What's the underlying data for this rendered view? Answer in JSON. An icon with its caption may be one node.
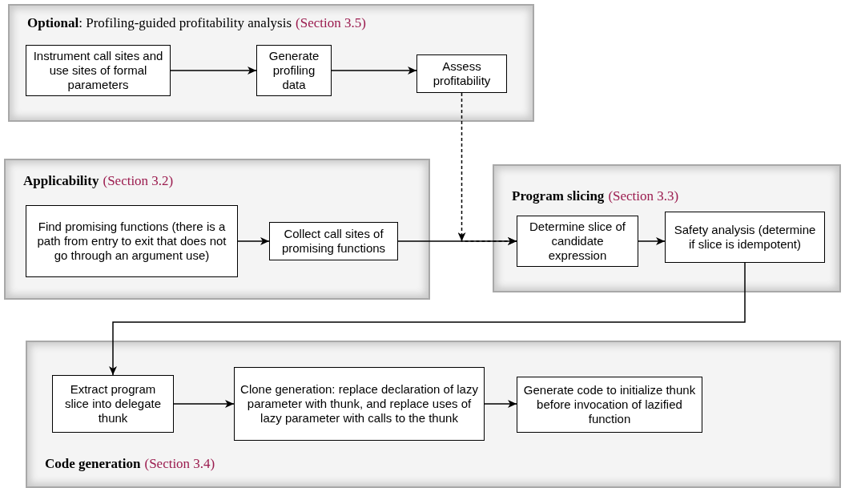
{
  "diagram": {
    "nodes": [
      {
        "text": [
          "**Optional**: Profiling-guided profitability analysis",
          "(Section 3.5)"
        ]
      },
      {
        "text": [
          "Instrument call sites and use sites of formal parameters"
        ],
        "in": 0
      },
      {
        "text": [
          "Generate profiling data"
        ],
        "in": 0
      },
      {
        "text": [
          "Assess profitability"
        ],
        "in": 0
      },
      {
        "text": [
          "**Applicability**",
          "(Section 3.2)"
        ]
      },
      {
        "text": [
          "Find promising functions (there is a path from entry to exit that does not go through an argument use)"
        ],
        "in": 4
      },
      {
        "text": [
          "Collect call sites of promising functions"
        ],
        "in": 4
      },
      {
        "text": [
          "**Program slicing**",
          "(Section 3.3)"
        ]
      },
      {
        "text": [
          "Determine slice of candidate expression"
        ],
        "in": 7
      },
      {
        "text": [
          "Safety analysis (determine if slice is idempotent)"
        ],
        "in": 7
      },
      {
        "text": [
          "**Code generation**",
          "(Section 3.4)"
        ]
      },
      {
        "text": [
          "Extract program slice into delegate thunk"
        ],
        "in": 10
      },
      {
        "text": [
          "Clone generation: replace declaration of lazy parameter with thunk, and replace uses of lazy parameter with calls to the thunk"
        ],
        "in": 10
      },
      {
        "text": [
          "Generate code to initialize thunk before invocation of lazified function"
        ],
        "in": 10
      }
    ],
    "edges": [
      {
        "from": 1,
        "to": 2,
        "arrow": "to"
      },
      {
        "from": 2,
        "to": 3,
        "arrow": "to"
      },
      {
        "from": 3,
        "to": 8,
        "arrow": "to",
        "style": "dashed"
      },
      {
        "from": 5,
        "to": 6,
        "arrow": "to"
      },
      {
        "from": 6,
        "to": 8,
        "arrow": "to"
      },
      {
        "from": 8,
        "to": 9,
        "arrow": "to"
      },
      {
        "from": 9,
        "to": 11,
        "arrow": "to"
      },
      {
        "from": 11,
        "to": 12,
        "arrow": "to"
      },
      {
        "from": 12,
        "to": 13,
        "arrow": "to"
      }
    ]
  }
}
